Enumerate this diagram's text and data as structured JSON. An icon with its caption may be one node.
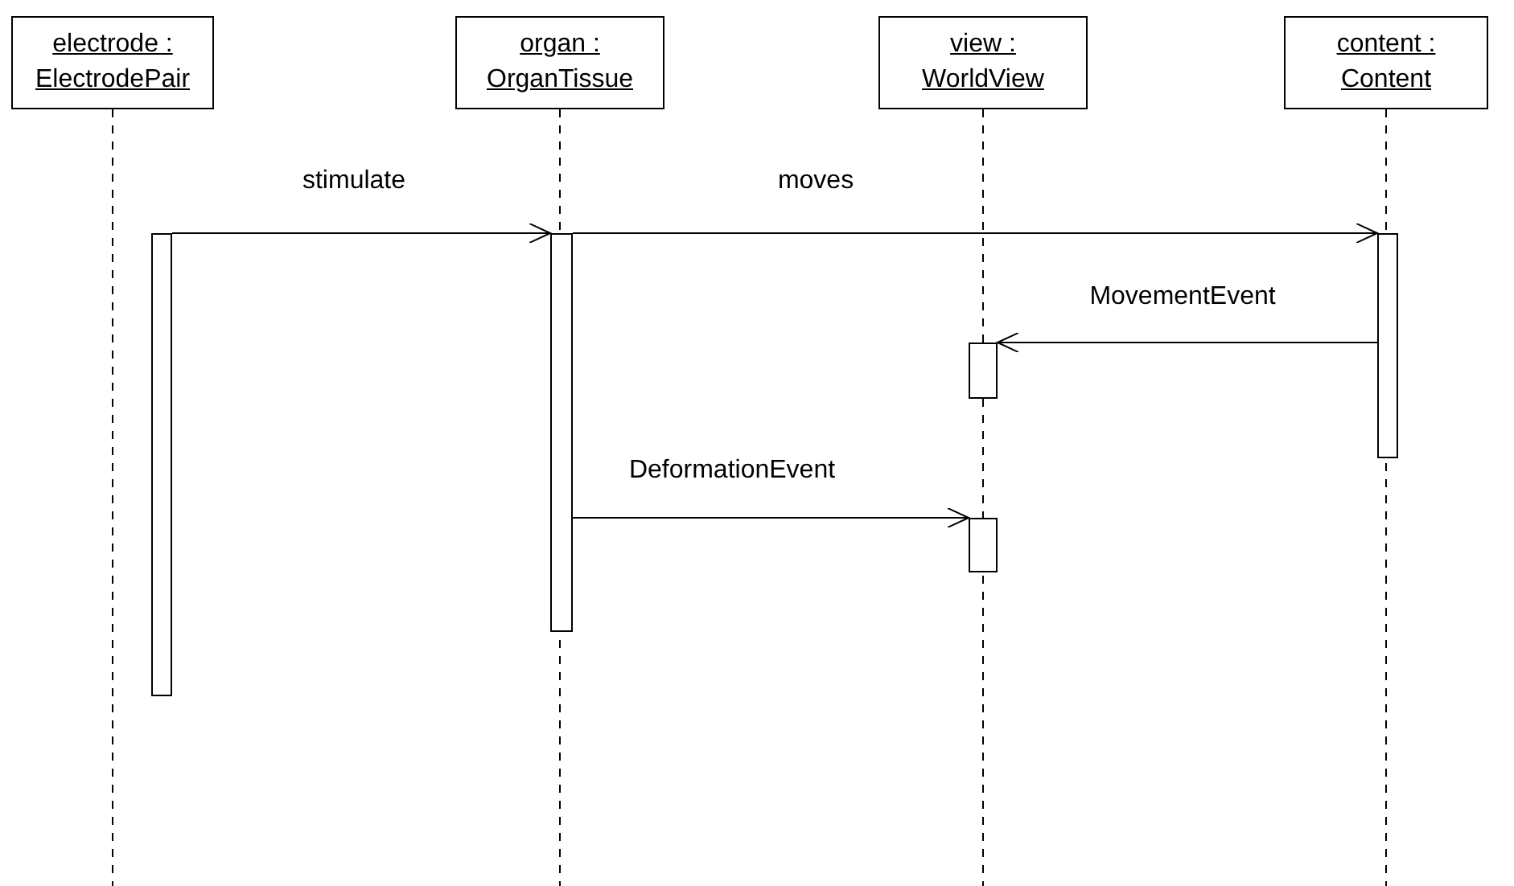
{
  "diagram": {
    "nodes": [
      {
        "text": [
          "electrode : ElectrodePair"
        ]
      },
      {
        "text": [
          "organ : OrganTissue"
        ]
      },
      {
        "text": [
          "view : WorldView"
        ]
      },
      {
        "text": [
          "content : Content"
        ]
      },
      {
        "text": [],
        "shape": "bar"
      },
      {
        "text": [],
        "shape": "bar"
      },
      {
        "text": [],
        "shape": "bar"
      },
      {
        "text": [],
        "shape": "bar"
      },
      {
        "text": [],
        "shape": "bar"
      }
    ],
    "edges": [
      {
        "from": 4,
        "to": 5,
        "arrow": "to",
        "label": "stimulate"
      },
      {
        "from": 5,
        "to": 7,
        "arrow": "to",
        "label": "moves"
      },
      {
        "from": 7,
        "to": 6,
        "arrow": "to",
        "label": "MovementEvent"
      },
      {
        "from": 5,
        "to": 8,
        "arrow": "to",
        "label": "DeformationEvent"
      }
    ]
  }
}
